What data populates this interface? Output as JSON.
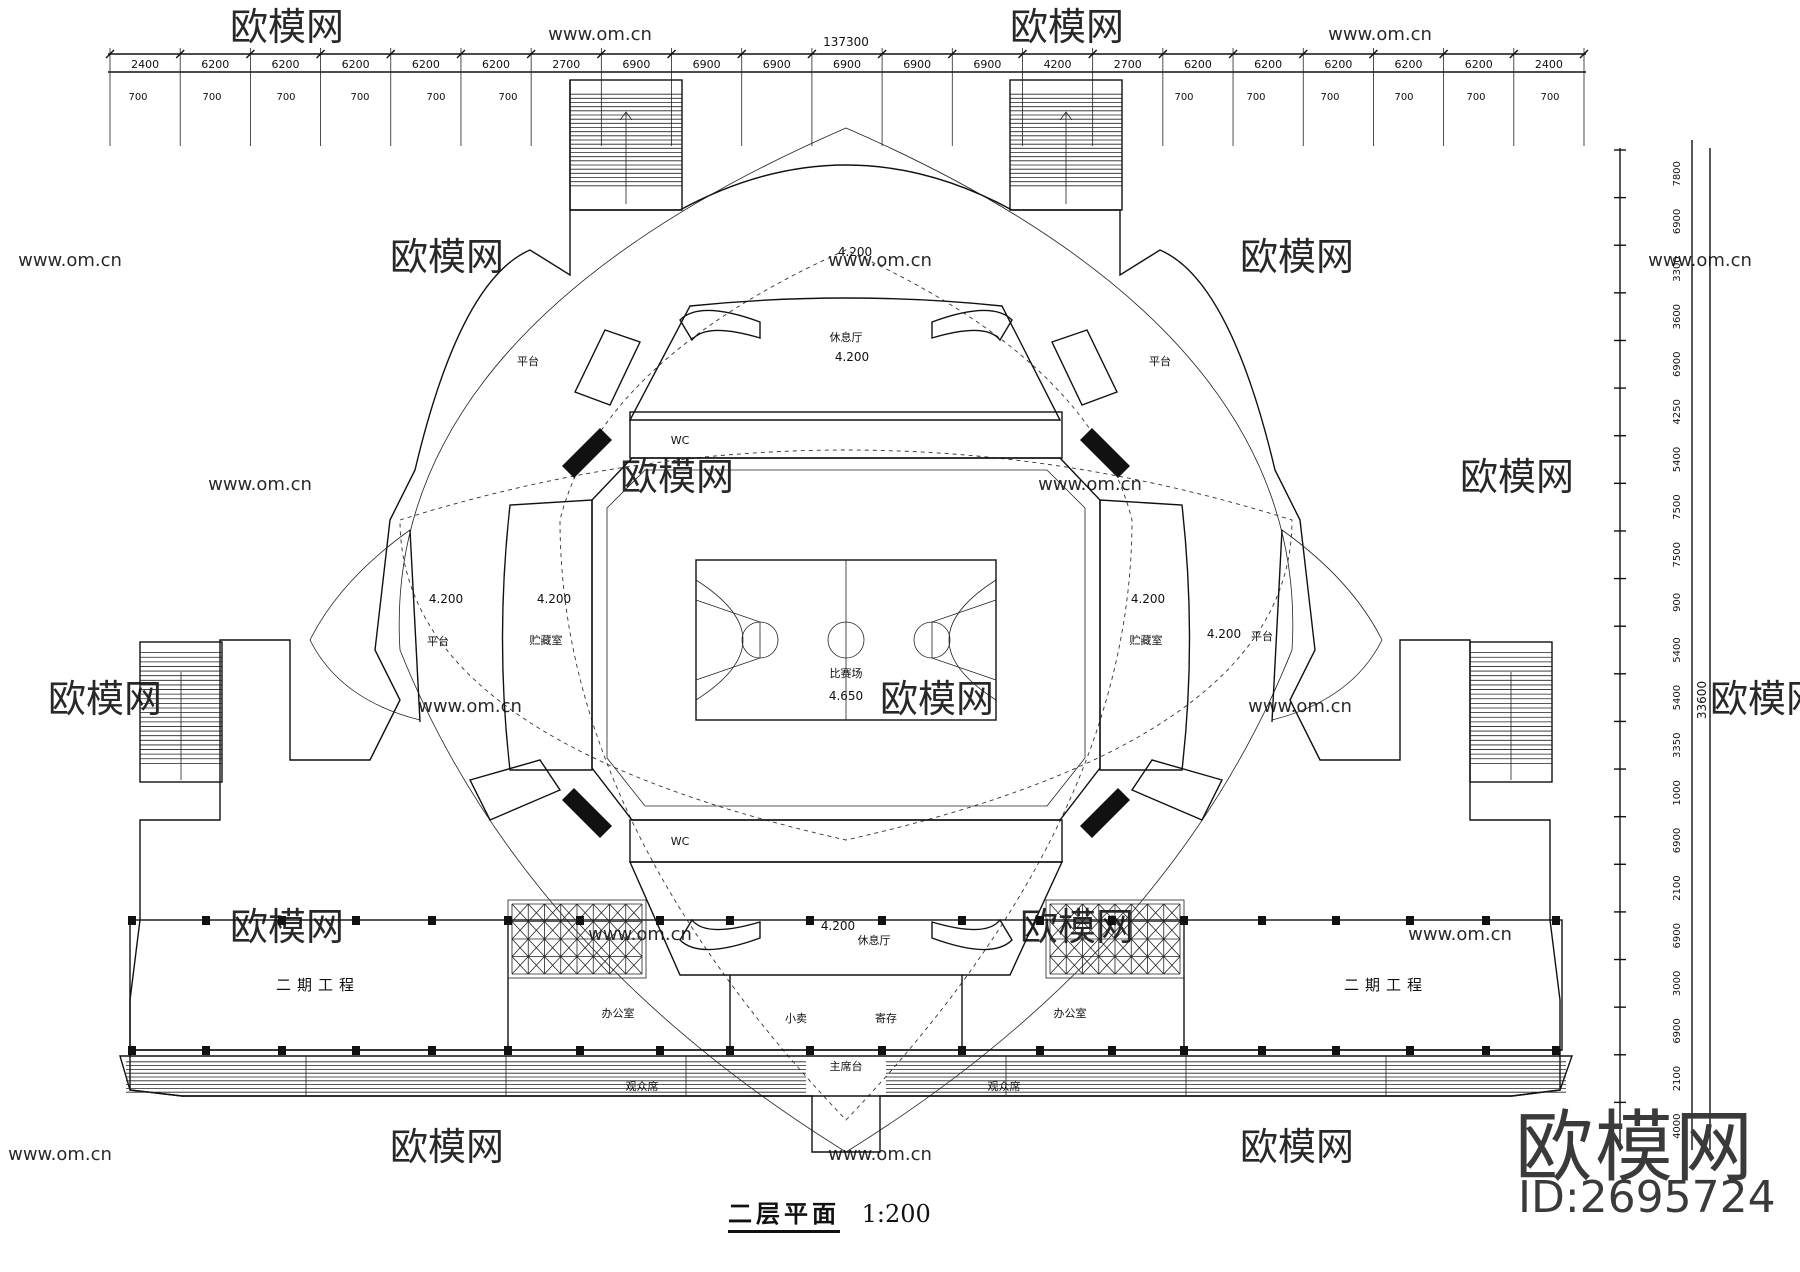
{
  "drawing": {
    "title": "二层平面",
    "scale": "1:200",
    "total_width": "137300",
    "total_depth": "33600",
    "top_dims": [
      "2400",
      "6200",
      "6200",
      "6200",
      "6200",
      "6200",
      "2700",
      "6900",
      "6900",
      "6900",
      "6900",
      "6900",
      "6900",
      "4200",
      "2700",
      "6200",
      "6200",
      "6200",
      "6200",
      "6200",
      "2400"
    ],
    "top_sub_dims": [
      "700",
      "700",
      "700",
      "700",
      "700",
      "700",
      "700",
      "700",
      "700",
      "700",
      "700",
      "700"
    ],
    "right_dims": [
      "7800",
      "6900",
      "3300",
      "3600",
      "6900",
      "4250",
      "5400",
      "7500",
      "7500",
      "900",
      "5400",
      "5400",
      "3350",
      "1000",
      "6900",
      "2100",
      "6900",
      "3000",
      "6900",
      "2100",
      "4000"
    ],
    "rooms": {
      "court": "比赛场",
      "court_level": "4.650",
      "lobby_north": "休息厅",
      "lobby_north_level": "4.200",
      "lobby_south": "休息厅",
      "lobby_south_level": "4.200",
      "storage_west": "贮藏室",
      "storage_east": "贮藏室",
      "storage_west_level": "4.200",
      "storage_east_level": "4.200",
      "platform_nw": "平台",
      "platform_ne": "平台",
      "platform_w": "平台",
      "platform_e": "平台",
      "platform_w_level": "4.200",
      "platform_e_level": "4.200",
      "top_level": "4.200",
      "wc_north": "WC",
      "wc_south": "WC",
      "office_w": "办公室",
      "office_e": "办公室",
      "shop": "小卖",
      "storage_s": "寄存",
      "rostrum": "主席台",
      "stands_w": "观众席",
      "stands_e": "观众席",
      "phase2_w": "二期工程",
      "phase2_e": "二期工程"
    }
  },
  "watermark": {
    "brand": "欧模网",
    "url": "www.om.cn",
    "id_label": "ID:2695724"
  }
}
